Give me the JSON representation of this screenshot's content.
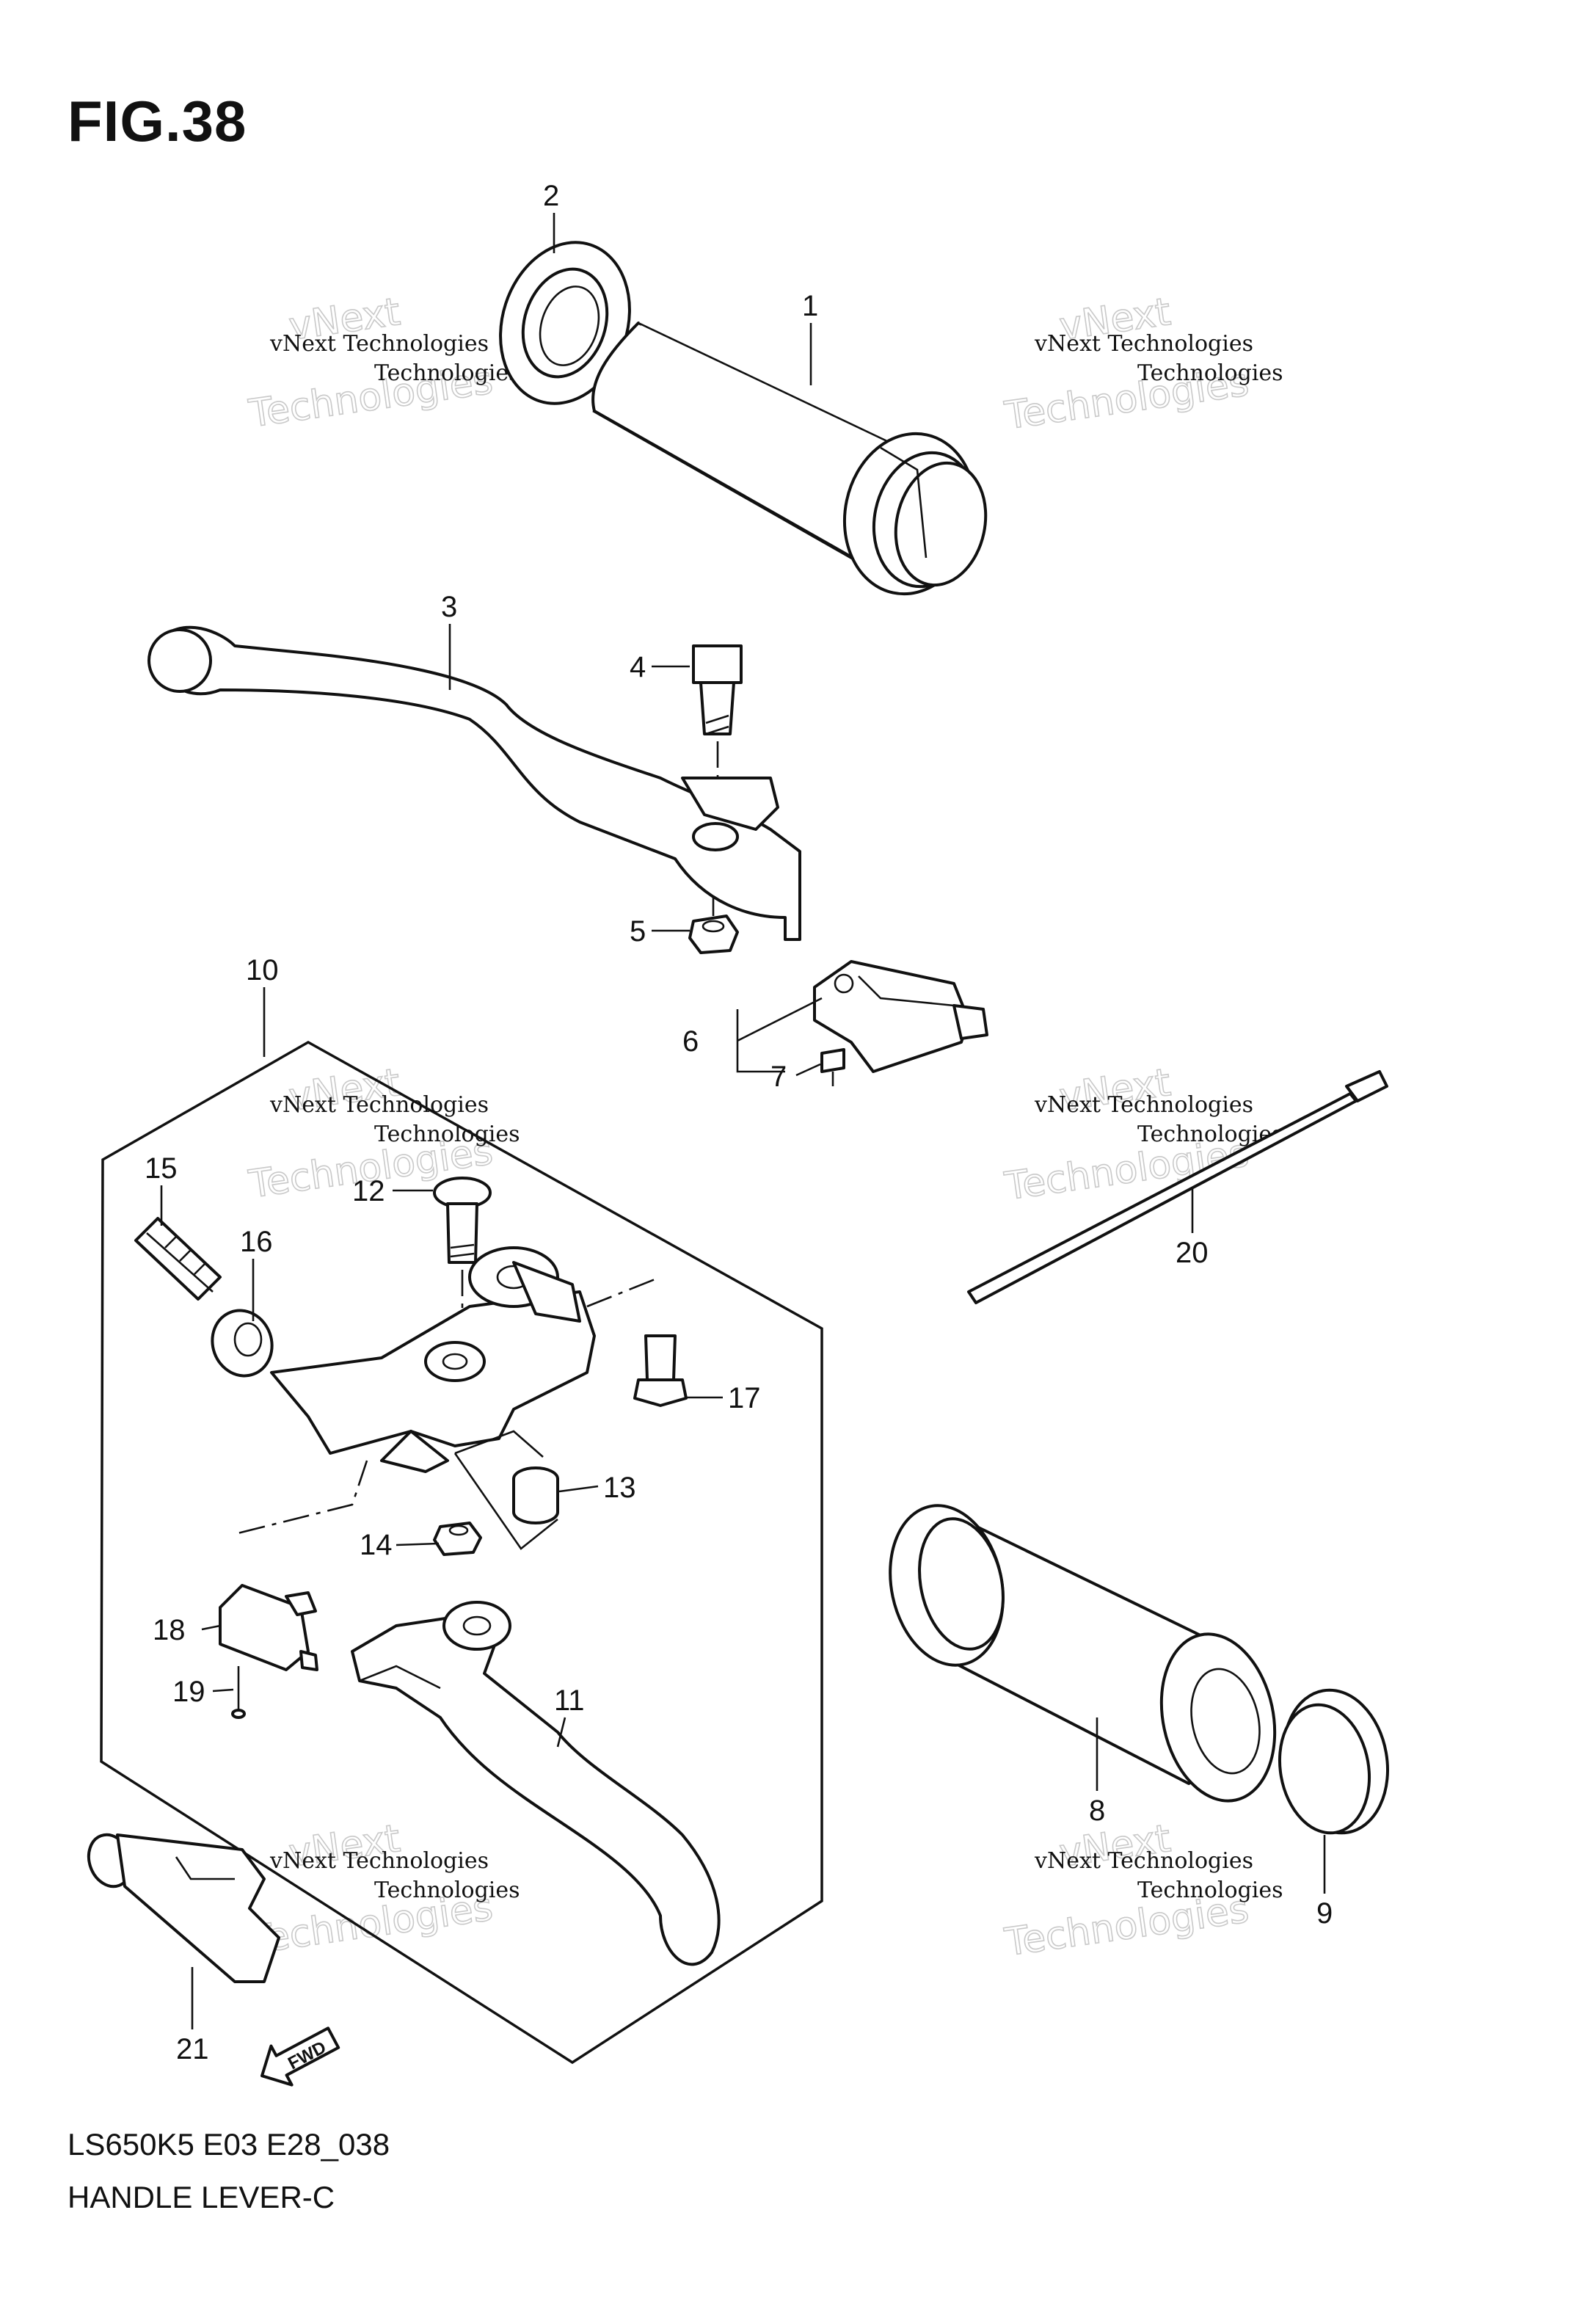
{
  "figure": {
    "title": "FIG.38",
    "model_code": "LS650K5 E03 E28_038",
    "part_name": "HANDLE LEVER-C"
  },
  "watermark": {
    "line1": "vNext Technologies",
    "line2": "vNext",
    "line3": "Technologies"
  },
  "fwd_label": "FWD",
  "callouts": {
    "c1": "1",
    "c2": "2",
    "c3": "3",
    "c4": "4",
    "c5": "5",
    "c6": "6",
    "c7": "7",
    "c8": "8",
    "c9": "9",
    "c10": "10",
    "c11": "11",
    "c12": "12",
    "c13": "13",
    "c14": "14",
    "c15": "15",
    "c16": "16",
    "c17": "17",
    "c18": "18",
    "c19": "19",
    "c20": "20",
    "c21": "21"
  }
}
